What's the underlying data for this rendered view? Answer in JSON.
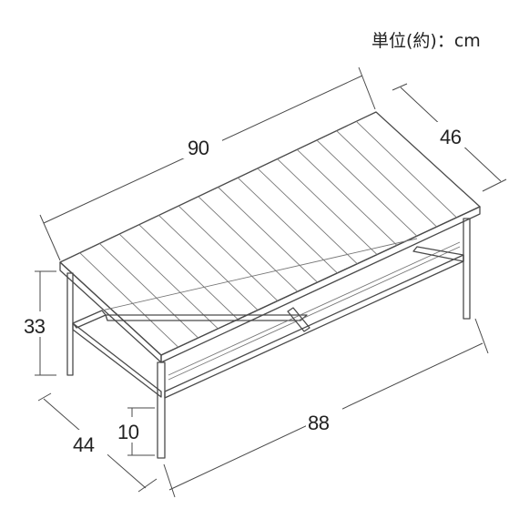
{
  "unit_label": "単位(約)：cm",
  "dimensions": {
    "width": "90",
    "depth": "46",
    "height": "33",
    "shelf_depth": "44",
    "shelf_height": "10",
    "shelf_width": "88"
  },
  "colors": {
    "line": "#4a4a4a",
    "text": "#222222",
    "background": "#ffffff"
  }
}
